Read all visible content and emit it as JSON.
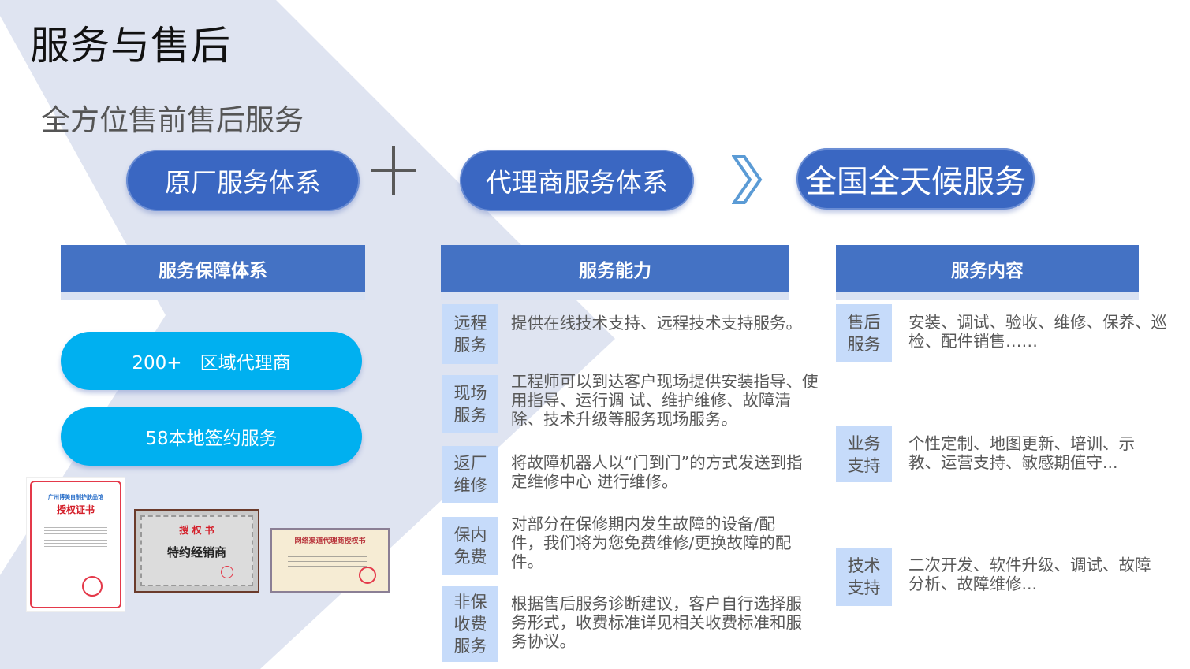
{
  "slide": {
    "title": "服务与售后",
    "subtitle": "全方位售前售后服务"
  },
  "flow": {
    "pill_1": "原厂服务体系",
    "plus_icon": "plus-icon",
    "pill_2": "代理商服务体系",
    "arrow_icon": "double-chevron-right-icon",
    "pill_3": "全国全天候服务"
  },
  "colors": {
    "pill_blue": "#3a67c2",
    "header_blue": "#4472c4",
    "cyan": "#00b0f0",
    "label_bg": "#c6dbfa",
    "chevron_bg": "#dfe4f1"
  },
  "column_1": {
    "header": "服务保障体系",
    "items": [
      "200+　区域代理商",
      "58本地签约服务"
    ],
    "certificates": [
      {
        "heading": "广州博美自制护肤品馆",
        "title": "授权证书"
      },
      {
        "title": "授 权 书",
        "body": "特约经销商"
      },
      {
        "title": "网络渠道代理商授权书"
      }
    ]
  },
  "column_2": {
    "header": "服务能力",
    "rows": [
      {
        "label": "远程服务",
        "text": "提供在线技术支持、远程技术支持服务。"
      },
      {
        "label": "现场服务",
        "text": "工程师可以到达客户现场提供安装指导、使用指导、运行调 试、维护维修、故障清除、技术升级等服务现场服务。"
      },
      {
        "label": "返厂维修",
        "text": "将故障机器人以“门到门”的方式发送到指定维修中心 进行维修。"
      },
      {
        "label": "保内免费",
        "text": "对部分在保修期内发生故障的设备/配件，我们将为您免费维修/更换故障的配件。"
      },
      {
        "label": "非保收费服务",
        "text": "根据售后服务诊断建议，客户自行选择服务形式，收费标准详见相关收费标准和服务协议。"
      }
    ]
  },
  "column_3": {
    "header": "服务内容",
    "rows": [
      {
        "label": "售后服务",
        "text": "安装、调试、验收、维修、保养、巡检、配件销售……"
      },
      {
        "label": "业务支持",
        "text": "个性定制、地图更新、培训、示教、运营支持、敏感期值守..."
      },
      {
        "label": "技术支持",
        "text": "二次开发、软件升级、调试、故障分析、故障维修..."
      }
    ]
  }
}
